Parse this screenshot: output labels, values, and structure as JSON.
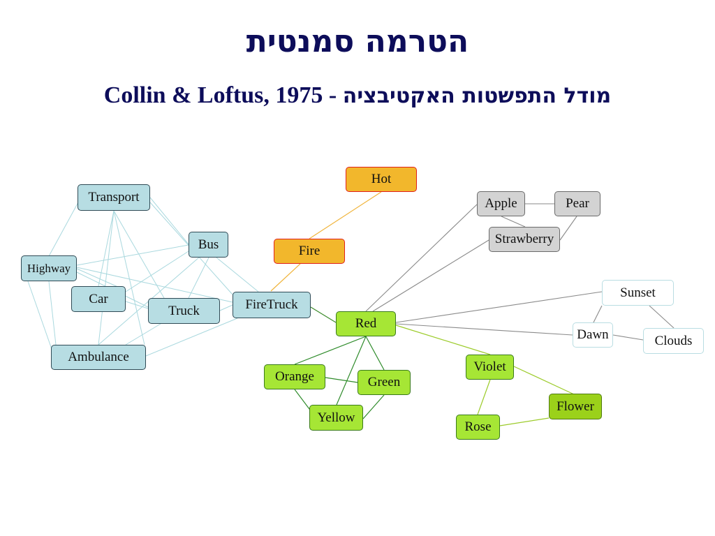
{
  "slide": {
    "title": "הטרמה סמנטית",
    "subtitle_citation": "Collin & Loftus, 1975",
    "subtitle_separator": " - ",
    "subtitle_hebrew": "מודל התפשטות האקטיבציה"
  },
  "colors": {
    "title": "#0d0d5a",
    "vehicle_node": "#b7dde3",
    "fire_node": "#f2b72c",
    "fruit_node": "#d3d3d3",
    "color_node": "#a6e635",
    "flower_node": "#9bd11a",
    "sky_node": "#ffffff"
  },
  "network": {
    "nodes": {
      "transport": "Transport",
      "bus": "Bus",
      "highway": "Highway",
      "car": "Car",
      "truck": "Truck",
      "firetruck": "FireTruck",
      "ambulance": "Ambulance",
      "hot": "Hot",
      "fire": "Fire",
      "apple": "Apple",
      "pear": "Pear",
      "strawberry": "Strawberry",
      "red": "Red",
      "sunset": "Sunset",
      "dawn": "Dawn",
      "clouds": "Clouds",
      "orange": "Orange",
      "green": "Green",
      "yellow": "Yellow",
      "violet": "Violet",
      "flower": "Flower",
      "rose": "Rose"
    }
  }
}
